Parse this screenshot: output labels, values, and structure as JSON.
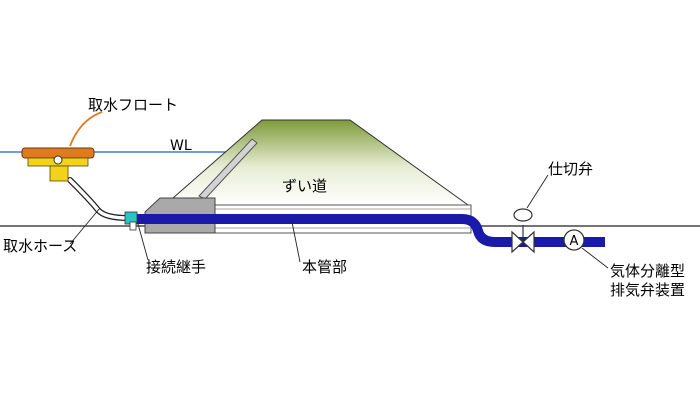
{
  "labels": {
    "intake_float": "取水フロート",
    "water_level": "WL",
    "levee": "ずい道",
    "valve": "仕切弁",
    "intake_hose": "取水ホース",
    "joint": "接続継手",
    "main_pipe": "本管部",
    "air_release_line1": "気体分離型",
    "air_release_line2": "排気弁装置"
  },
  "symbols": {
    "air_release_mark": "A"
  },
  "colors": {
    "water_line": "#1f5fbf",
    "pipe": "#1a1aa8",
    "float_body": "#e07a1e",
    "float_bracket": "#f2d21a",
    "leader": "#e07a1e",
    "gate": "#a9a9a9",
    "joint": "#29c5c5",
    "tunnel_walls": "#6b6b6b",
    "embankment_top": "#7e9b3a",
    "embankment_bottom": "#ffffff"
  }
}
